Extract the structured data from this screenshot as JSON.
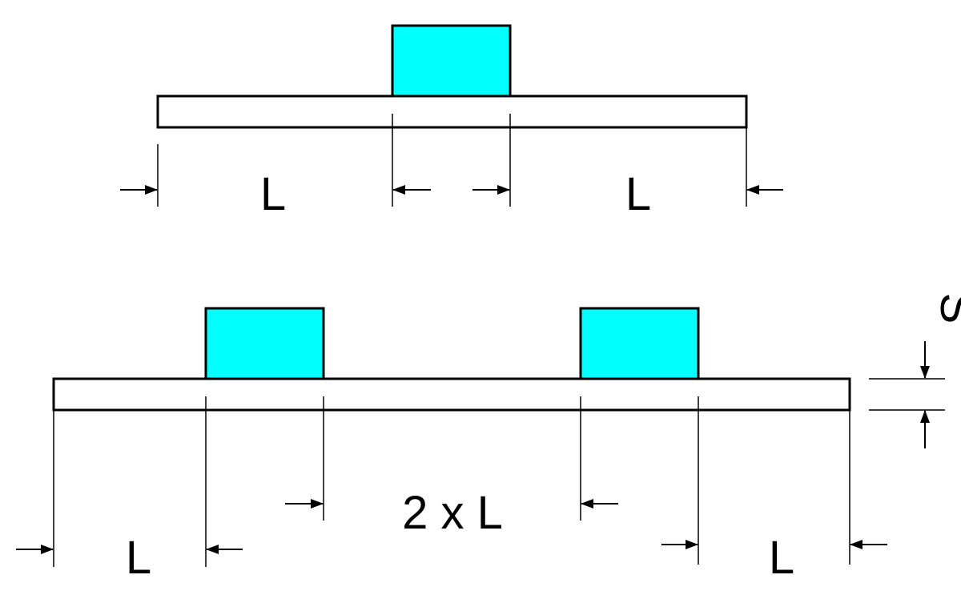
{
  "colors": {
    "component": "#00ffff",
    "line": "#000000",
    "board": "#ffffff"
  },
  "labels": {
    "top_left_L": "L",
    "top_right_L": "L",
    "bottom_left_L": "L",
    "bottom_middle": "2 x L",
    "bottom_right_L": "L",
    "thickness_S": "S"
  },
  "icons": {
    "dimension_arrow": "filled-arrowhead"
  }
}
